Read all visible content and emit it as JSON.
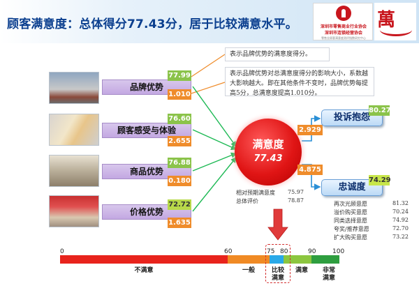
{
  "header": {
    "title": "顾客满意度：总体得分77.43分，居于比较满意水平。",
    "logo_line1": "深圳市零售商业行业协会",
    "logo_line2": "深圳市连锁经营协会",
    "logo_line3": "零售业顾客满意度测评指数研究中心",
    "brand_char": "萬"
  },
  "notes": {
    "score_note": "表示品牌优势的满意度得分。",
    "impact_note": "表示品牌优势对总满意度得分的影响大小，系数越大影响越大。即在其他条件不变时，品牌优势每提高5分，总满意度提高1.010分。"
  },
  "factors": [
    {
      "label": "品牌优势",
      "score": "77.99",
      "impact": "1.010"
    },
    {
      "label": "顾客感受与体验",
      "score": "76.60",
      "impact": "2.655"
    },
    {
      "label": "商品优势",
      "score": "76.88",
      "impact": "0.180"
    },
    {
      "label": "价格优势",
      "score": "72.72",
      "impact": "1.635"
    }
  ],
  "center": {
    "title": "满意度",
    "score": "77.43"
  },
  "outcomes": [
    {
      "label": "投诉抱怨",
      "score": "80.27",
      "path": "2.929"
    },
    {
      "label": "忠诚度",
      "score": "74.29",
      "path": "4.875"
    }
  ],
  "center_stats": [
    {
      "label": "相对预期满意度",
      "value": "75.97"
    },
    {
      "label": "总体评价",
      "value": "78.87"
    }
  ],
  "loyalty_stats": [
    {
      "label": "再次光顾意愿",
      "value": "81.32"
    },
    {
      "label": "溢价购买意愿",
      "value": "70.24"
    },
    {
      "label": "同类选择意愿",
      "value": "74.92"
    },
    {
      "label": "夸奖/推荐意愿",
      "value": "72.70"
    },
    {
      "label": "扩大购买意愿",
      "value": "73.22"
    }
  ],
  "scale": {
    "ticks": [
      "0",
      "60",
      "75",
      "80",
      "90",
      "100"
    ],
    "segments": [
      {
        "label": "不满意",
        "from": 0,
        "to": 60,
        "color": "#e8231c"
      },
      {
        "label": "一般",
        "from": 60,
        "to": 75,
        "color": "#f08a24"
      },
      {
        "label": "比较满意",
        "from": 75,
        "to": 80,
        "color": "#29a9e8"
      },
      {
        "label": "满意",
        "from": 80,
        "to": 90,
        "color": "#8cc63f"
      },
      {
        "label": "非常满意",
        "from": 90,
        "to": 100,
        "color": "#2e9e3f"
      }
    ],
    "marker_value": 77.43
  }
}
